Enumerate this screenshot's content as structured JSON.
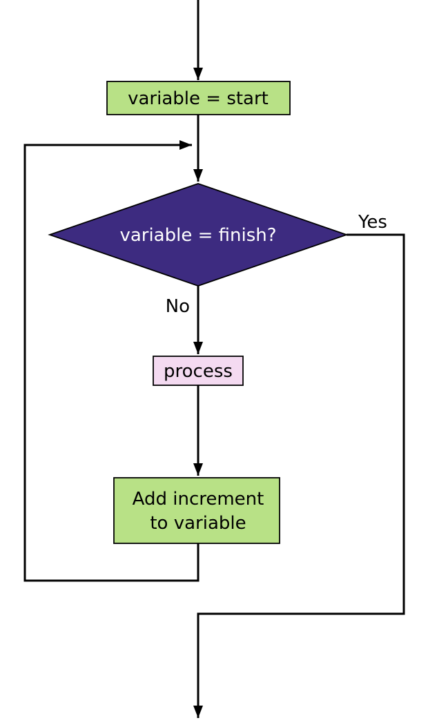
{
  "diagram": {
    "type": "flowchart",
    "nodes": {
      "start": {
        "label": "variable = start",
        "shape": "rectangle"
      },
      "decision": {
        "label": "variable = finish?",
        "shape": "diamond"
      },
      "process": {
        "label": "process",
        "shape": "rectangle"
      },
      "increment": {
        "label_line1": "Add increment",
        "label_line2": "to variable",
        "shape": "rectangle"
      }
    },
    "edge_labels": {
      "yes": "Yes",
      "no": "No"
    }
  },
  "colors": {
    "start_fill": "#b8e186",
    "increment_fill": "#b8e186",
    "decision_fill": "#3d2b80",
    "process_fill": "#f4daf1",
    "decision_text": "#ffffff",
    "line": "#000000"
  }
}
